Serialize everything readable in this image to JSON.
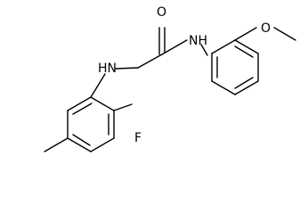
{
  "molecule": {
    "atoms": {
      "carbonyl_oxygen": "O",
      "amide_nitrogen": "NH",
      "amine_nitrogen": "HN",
      "methoxy_oxygen": "O",
      "fluorine": "F"
    }
  },
  "colors": {
    "bond": "#000000",
    "label": "#000000",
    "background": "#ffffff"
  }
}
